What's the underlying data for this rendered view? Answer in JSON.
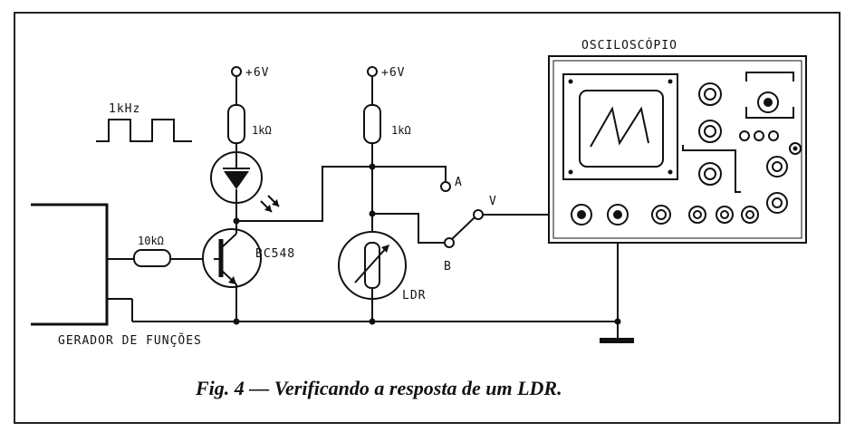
{
  "figure": {
    "caption": "Fig. 4 — Verificando a resposta de um LDR.",
    "labels": {
      "oscilloscope": "OSCILOSCÓPIO",
      "supply_left": "+6V",
      "supply_right": "+6V",
      "resistor_left": "1kΩ",
      "resistor_right": "1kΩ",
      "resistor_base": "10kΩ",
      "frequency": "1kHz",
      "transistor": "BC548",
      "ldr": "LDR",
      "node_a": "A",
      "node_b": "B",
      "node_v": "V",
      "generator": "GERADOR DE FUNÇÕES"
    }
  }
}
